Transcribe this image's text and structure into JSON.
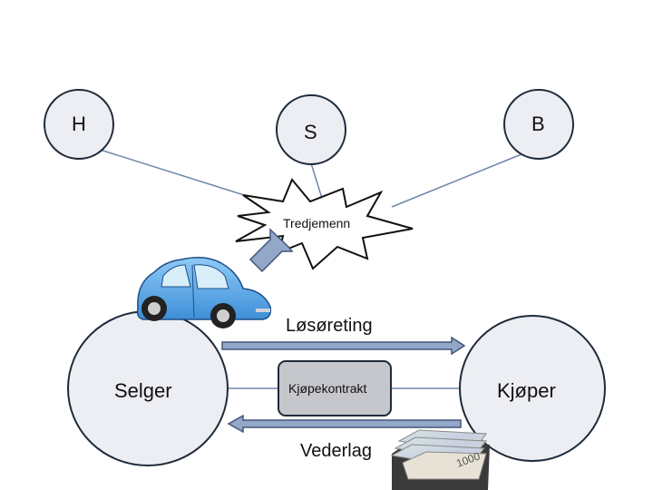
{
  "nodes": {
    "h": "H",
    "s": "S",
    "b": "B",
    "third_party": "Tredjemenn",
    "seller": "Selger",
    "buyer": "Kjøper",
    "contract": "Kjøpekontrakt"
  },
  "flows": {
    "property_right": "Løsøreting",
    "consideration": "Vederlag"
  },
  "colors": {
    "circle_fill": "#eceef3",
    "node_stroke": "#1f2a3a",
    "connector": "#6f87ab",
    "arrow_fill": "#93a7c9",
    "arrow_stroke": "#44567a",
    "contract_fill": "#c5c7cc",
    "car_body": "#5aa8ec"
  },
  "icons": [
    "car-icon",
    "banknotes-icon",
    "starburst-icon",
    "block-arrow-icon"
  ]
}
